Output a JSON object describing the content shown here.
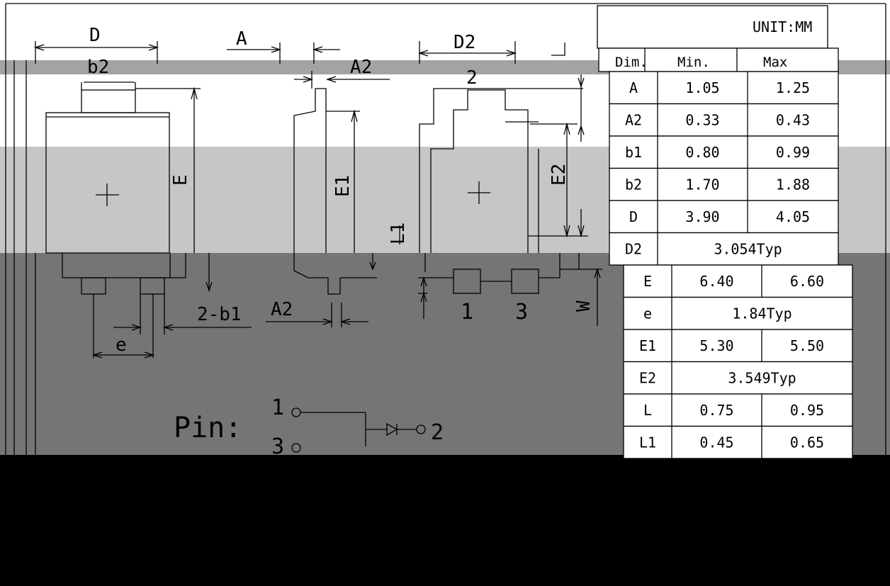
{
  "unit_label": "UNIT:MM",
  "table": {
    "headers": [
      "Dim.",
      "Min.",
      "Max"
    ],
    "rows": [
      {
        "dim": "A",
        "min": "1.05",
        "max": "1.25",
        "typ": null
      },
      {
        "dim": "A2",
        "min": "0.33",
        "max": "0.43",
        "typ": null
      },
      {
        "dim": "b1",
        "min": "0.80",
        "max": "0.99",
        "typ": null
      },
      {
        "dim": "b2",
        "min": "1.70",
        "max": "1.88",
        "typ": null
      },
      {
        "dim": "D",
        "min": "3.90",
        "max": "4.05",
        "typ": null
      },
      {
        "dim": "D2",
        "min": null,
        "max": null,
        "typ": "3.054Typ"
      },
      {
        "dim": "E",
        "min": "6.40",
        "max": "6.60",
        "typ": null
      },
      {
        "dim": "e",
        "min": null,
        "max": null,
        "typ": "1.84Typ"
      },
      {
        "dim": "E1",
        "min": "5.30",
        "max": "5.50",
        "typ": null
      },
      {
        "dim": "E2",
        "min": null,
        "max": null,
        "typ": "3.549Typ"
      },
      {
        "dim": "L",
        "min": "0.75",
        "max": "0.95",
        "typ": null
      },
      {
        "dim": "L1",
        "min": "0.45",
        "max": "0.65",
        "typ": null
      }
    ]
  },
  "drawing_labels": {
    "D": "D",
    "A": "A",
    "D2": "D2",
    "b2": "b2",
    "A2_top": "A2",
    "pin2_top": "2",
    "E": "E",
    "E1": "E1",
    "E2": "E2",
    "L1": "L1",
    "b1": "2-b1",
    "A2_bottom": "A2",
    "e": "e",
    "pin1": "1",
    "pin3": "3",
    "W": "W",
    "pin_title": "Pin:",
    "pin_diag_1": "1",
    "pin_diag_2": "2",
    "pin_diag_3": "3"
  },
  "colors": {
    "line": "#000000",
    "band_top": "#a3a3a3",
    "band_mid": "#c6c6c6",
    "band_low": "#757575",
    "band_bottom": "#000000",
    "paper": "#ffffff"
  }
}
